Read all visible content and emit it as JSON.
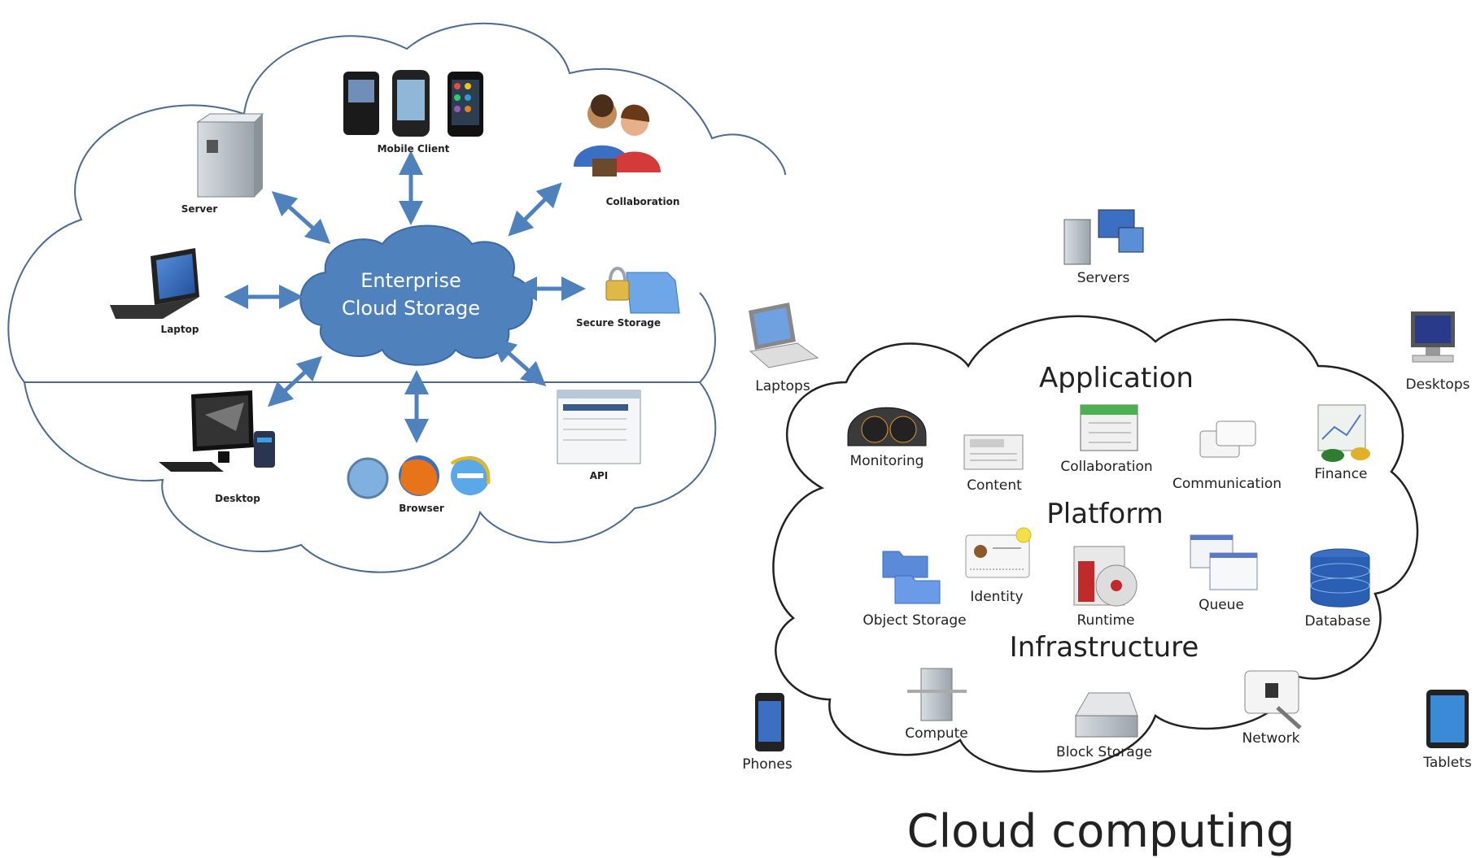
{
  "left_diagram": {
    "center": [
      "Enterprise",
      "Cloud Storage"
    ],
    "nodes": {
      "mobile_client": "Mobile Client",
      "collaboration": "Collaboration",
      "server": "Server",
      "laptop": "Laptop",
      "secure_storage": "Secure Storage",
      "desktop": "Desktop",
      "browser": "Browser",
      "api": "API"
    }
  },
  "right_diagram": {
    "title": "Cloud computing",
    "outer_devices": {
      "servers": "Servers",
      "laptops": "Laptops",
      "desktops": "Desktops",
      "phones": "Phones",
      "tablets": "Tablets"
    },
    "sections": {
      "application": "Application",
      "platform": "Platform",
      "infrastructure": "Infrastructure"
    },
    "application_items": {
      "monitoring": "Monitoring",
      "content": "Content",
      "collaboration": "Collaboration",
      "communication": "Communication",
      "finance": "Finance"
    },
    "platform_items": {
      "object_storage": "Object Storage",
      "identity": "Identity",
      "runtime": "Runtime",
      "queue": "Queue",
      "database": "Database"
    },
    "infrastructure_items": {
      "compute": "Compute",
      "block_storage": "Block Storage",
      "network": "Network"
    }
  },
  "colors": {
    "cloud_stroke": "#4a6a8f",
    "center_fill": "#4f81bd",
    "arrow": "#4f81bd",
    "right_cloud_stroke": "#222222"
  }
}
